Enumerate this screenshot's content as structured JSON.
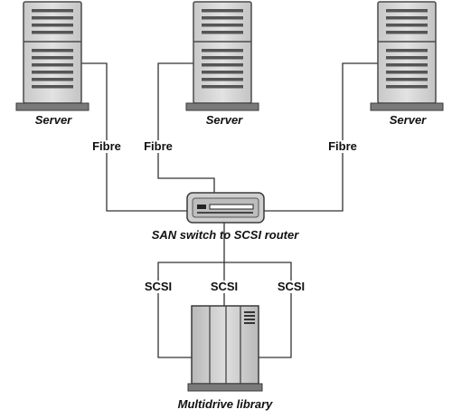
{
  "servers": [
    {
      "label": "Server",
      "link_label": "Fibre"
    },
    {
      "label": "Server",
      "link_label": "Fibre"
    },
    {
      "label": "Server",
      "link_label": "Fibre"
    }
  ],
  "switch": {
    "label": "SAN switch to SCSI router"
  },
  "library": {
    "label": "Multidrive library"
  },
  "scsi_links": [
    {
      "label": "SCSI"
    },
    {
      "label": "SCSI"
    },
    {
      "label": "SCSI"
    }
  ],
  "colors": {
    "line": "#333333",
    "tower_face": "#d4d4d4",
    "slot": "#555555"
  }
}
